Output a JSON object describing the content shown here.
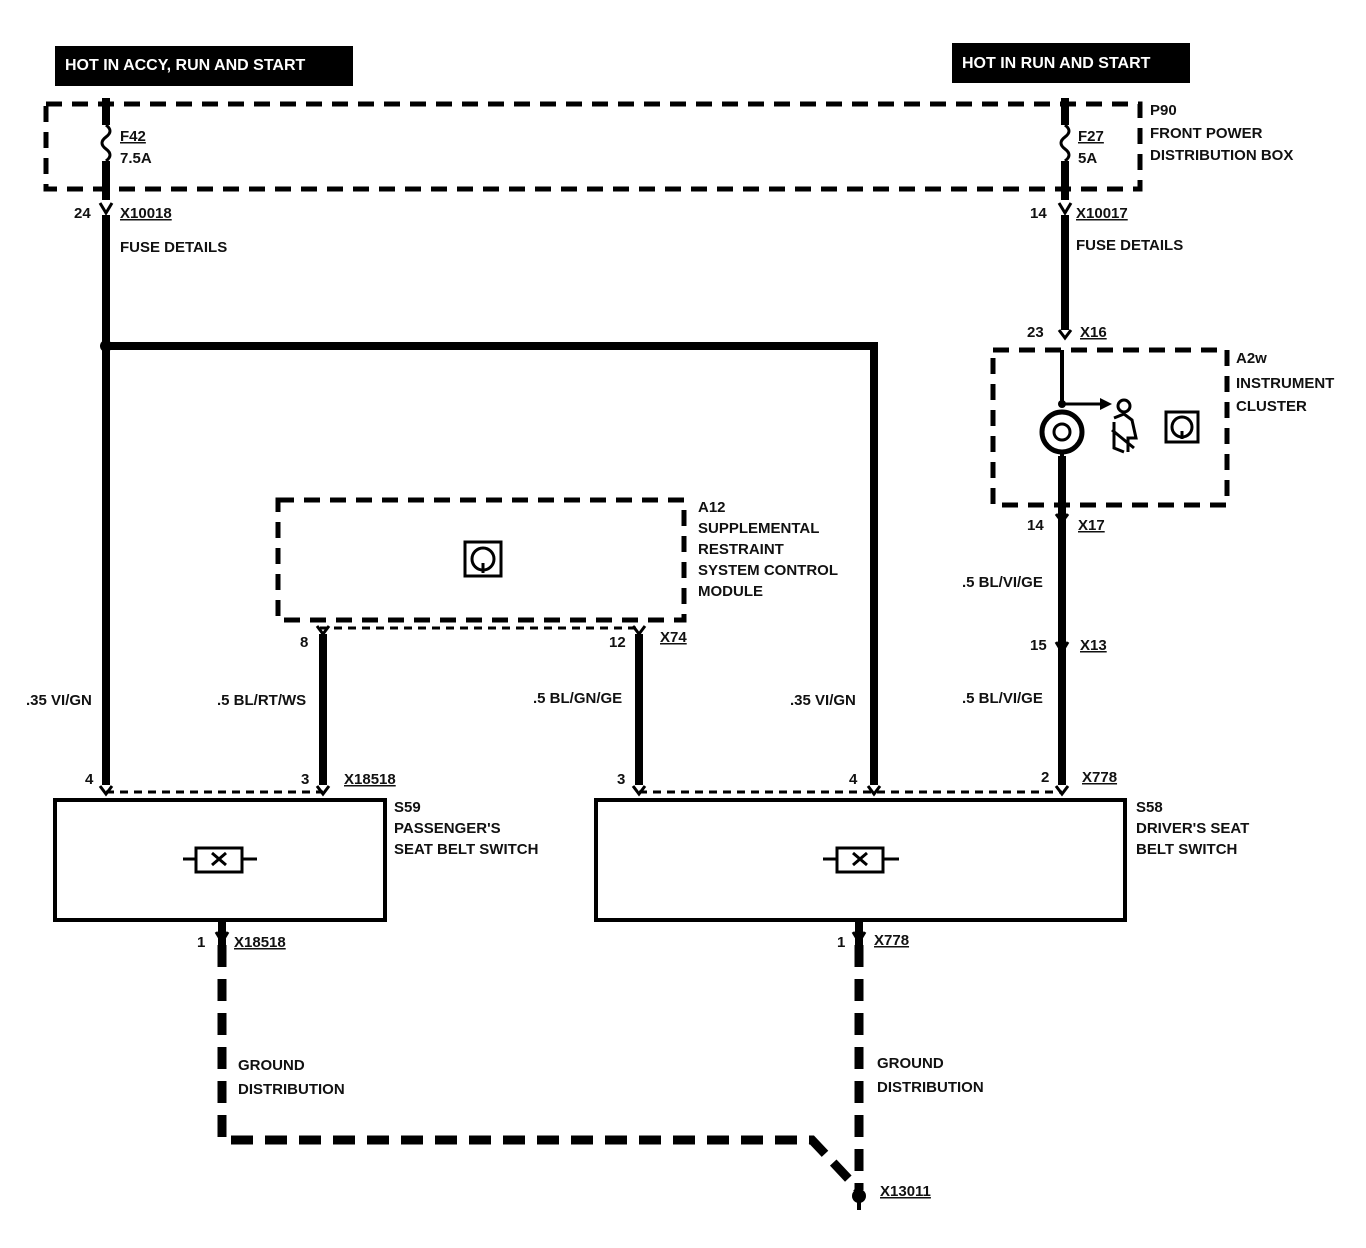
{
  "headers": {
    "left": "HOT IN ACCY, RUN AND START",
    "right": "HOT IN RUN AND START"
  },
  "fuse_box": {
    "id": "P90",
    "name_line1": "FRONT POWER",
    "name_line2": "DISTRIBUTION BOX",
    "fuse_left": {
      "id": "F42",
      "rating": "7.5A"
    },
    "fuse_right": {
      "id": "F27",
      "rating": "5A"
    }
  },
  "connectors": {
    "left_top": {
      "pin": "24",
      "id": "X10018",
      "note": "FUSE DETAILS"
    },
    "right_top": {
      "pin": "14",
      "id": "X10017",
      "note": "FUSE DETAILS"
    },
    "cluster_in": {
      "pin": "23",
      "id": "X16"
    },
    "cluster_out": {
      "pin": "14",
      "id": "X17"
    },
    "x13": {
      "pin": "15",
      "id": "X13"
    },
    "srs_pin8": {
      "pin": "8"
    },
    "srs_pin12": {
      "pin": "12",
      "id": "X74"
    },
    "s59_pin4": {
      "pin": "4"
    },
    "s59_pin3": {
      "pin": "3",
      "id": "X18518"
    },
    "s58_pin3": {
      "pin": "3"
    },
    "s58_pin4": {
      "pin": "4"
    },
    "s58_pin2": {
      "pin": "2",
      "id": "X778"
    },
    "s59_pin1": {
      "pin": "1",
      "id": "X18518"
    },
    "s58_pin1": {
      "pin": "1",
      "id": "X778"
    },
    "ground": {
      "id": "X13011"
    }
  },
  "wires": {
    "w_left": ".35 VI/GN",
    "w_srs8": ".5 BL/RT/WS",
    "w_srs12": ".5 BL/GN/GE",
    "w_mid": ".35 VI/GN",
    "w_cluster_out": ".5 BL/VI/GE",
    "w_s58_pin2": ".5 BL/VI/GE"
  },
  "components": {
    "cluster": {
      "id": "A2w",
      "line1": "INSTRUMENT",
      "line2": "CLUSTER"
    },
    "srs": {
      "id": "A12",
      "line1": "SUPPLEMENTAL",
      "line2": "RESTRAINT",
      "line3": "SYSTEM CONTROL",
      "line4": "MODULE"
    },
    "s59": {
      "id": "S59",
      "line1": "PASSENGER'S",
      "line2": "SEAT BELT SWITCH"
    },
    "s58": {
      "id": "S58",
      "line1": "DRIVER'S SEAT",
      "line2": "BELT SWITCH"
    }
  },
  "ground_labels": {
    "left_line1": "GROUND",
    "left_line2": "DISTRIBUTION",
    "right_line1": "GROUND",
    "right_line2": "DISTRIBUTION"
  },
  "icons": {
    "fuse": "fuse-icon",
    "seatbelt_switch": "seatbelt-switch-icon",
    "airbag": "airbag-icon",
    "seatbelt_person": "seatbelt-person-icon",
    "warning_lamp": "warning-lamp-icon",
    "ground": "ground-icon"
  }
}
